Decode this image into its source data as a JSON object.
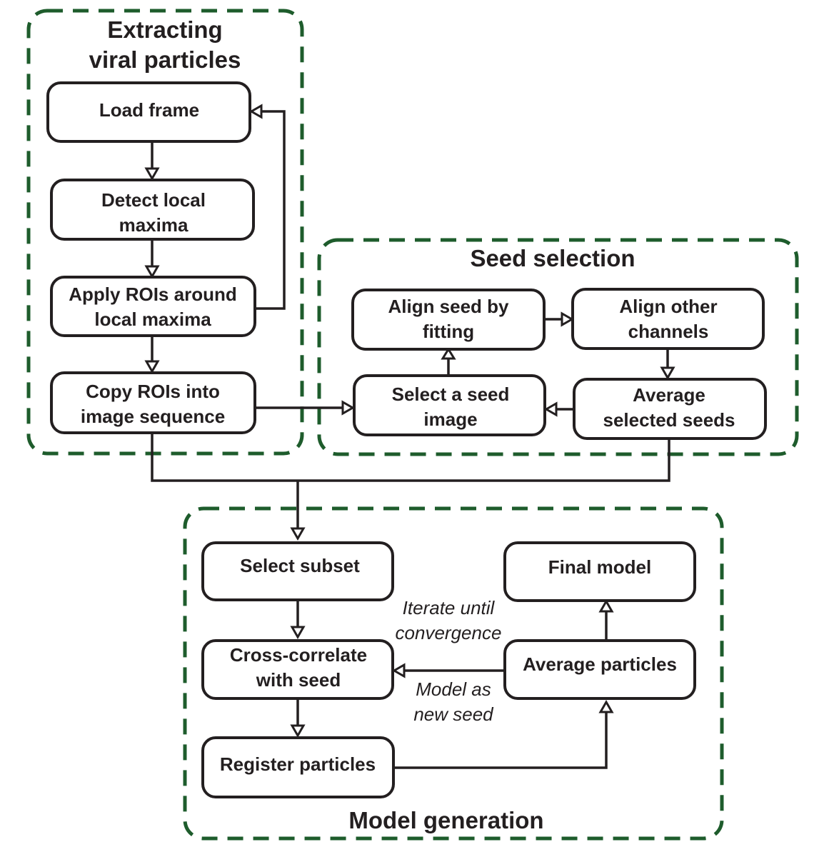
{
  "groups": {
    "extracting": {
      "title_line1": "Extracting",
      "title_line2": "viral particles"
    },
    "seed": {
      "title": "Seed selection"
    },
    "model": {
      "title": "Model generation"
    }
  },
  "nodes": {
    "load_frame": {
      "line1": "Load frame"
    },
    "detect_maxima": {
      "line1": "Detect local",
      "line2": "maxima"
    },
    "apply_rois": {
      "line1": "Apply ROIs around",
      "line2": "local maxima"
    },
    "copy_rois": {
      "line1": "Copy ROIs into",
      "line2": "image sequence"
    },
    "align_seed": {
      "line1": "Align seed by",
      "line2": "fitting"
    },
    "align_channels": {
      "line1": "Align other",
      "line2": "channels"
    },
    "select_seed": {
      "line1": "Select a seed",
      "line2": "image"
    },
    "average_seeds": {
      "line1": "Average",
      "line2": "selected seeds"
    },
    "select_subset": {
      "line1": "Select subset"
    },
    "final_model": {
      "line1": "Final model"
    },
    "cross_correlate": {
      "line1": "Cross-correlate",
      "line2": "with seed"
    },
    "average_particles": {
      "line1": "Average particles"
    },
    "register_particles": {
      "line1": "Register particles"
    }
  },
  "annotations": {
    "iterate": {
      "line1": "Iterate until",
      "line2": "convergence"
    },
    "model_seed": {
      "line1": "Model as",
      "line2": "new seed"
    }
  },
  "colors": {
    "group_border": "#1e5c2c",
    "ink": "#231f20"
  }
}
